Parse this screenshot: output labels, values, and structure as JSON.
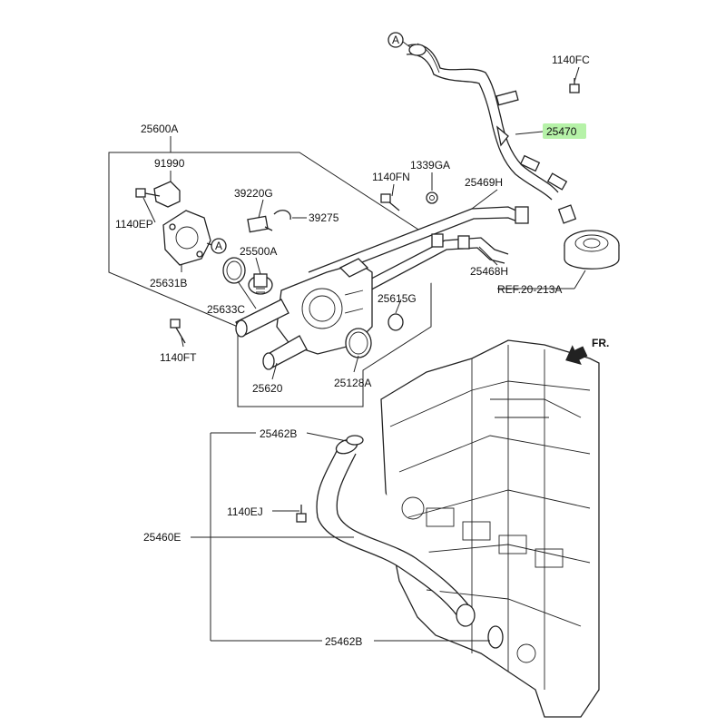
{
  "parts": {
    "p25600A": "25600A",
    "p91990": "91990",
    "p1140EP": "1140EP",
    "p25631B": "25631B",
    "p39220G": "39220G",
    "p39275": "39275",
    "p25500A": "25500A",
    "p25633C": "25633C",
    "p1140FT": "1140FT",
    "p25620": "25620",
    "p25128A": "25128A",
    "p25615G": "25615G",
    "p1140FN": "1140FN",
    "p1339GA": "1339GA",
    "p25469H": "25469H",
    "p25468H": "25468H",
    "p1140FC": "1140FC",
    "p25470": "25470",
    "ref": "REF.20-213A",
    "fr": "FR.",
    "p25462B_top": "25462B",
    "p1140EJ": "1140EJ",
    "p25460E": "25460E",
    "p25462B_bottom": "25462B"
  },
  "markers": {
    "a_top": "A",
    "a_mid": "A"
  },
  "colors": {
    "highlight": "#b6f2a8"
  }
}
